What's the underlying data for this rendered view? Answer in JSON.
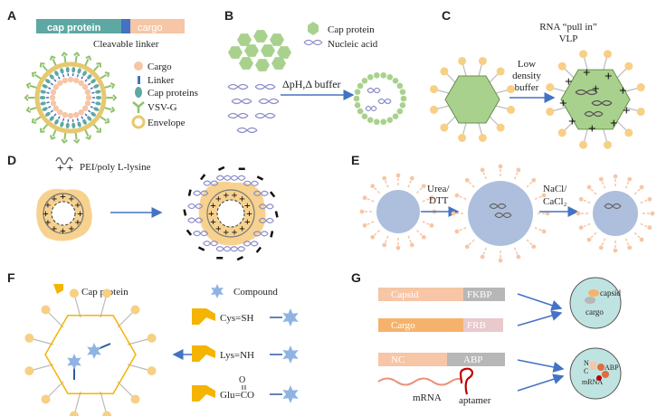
{
  "panels": {
    "A": {
      "letter": "A",
      "bar_left": "cap protein",
      "bar_right": "cargo",
      "bar_caption": "Cleavable linker",
      "legend": [
        "Cargo",
        "Linker",
        "Cap proteins",
        "VSV-G",
        "Envelope"
      ]
    },
    "B": {
      "letter": "B",
      "legend_cap": "Cap protein",
      "legend_nucleic": "Nucleic acid",
      "arrow_label": "ΔpH,Δ buffer"
    },
    "C": {
      "letter": "C",
      "title_line1": "RNA “pull in”",
      "title_line2": "VLP",
      "arrow_line1": "Low",
      "arrow_line2": "density",
      "arrow_line3": "buffer"
    },
    "D": {
      "letter": "D",
      "legend": "PEI/poly L-lysine"
    },
    "E": {
      "letter": "E",
      "step1_line1": "Urea/",
      "step1_line2": "DTT",
      "step2_line1": "NaCl/",
      "step2_line2": "CaCl₂"
    },
    "F": {
      "letter": "F",
      "legend_cap": "Cap protein",
      "legend_compound": "Compound",
      "link_cys": "Cys=SH",
      "link_lys": "Lys=NH",
      "link_glu": "Glu=CO",
      "oxygen": "O"
    },
    "G": {
      "letter": "G",
      "bar1_left": "Capsid",
      "bar1_right": "FKBP",
      "bar2_left": "Cargo",
      "bar2_right": "FRB",
      "bar3_left": "NC",
      "bar3_right": "ABP",
      "mrna": "mRNA",
      "aptamer": "aptamer",
      "c1_capsid": "capsid",
      "c1_cargo": "cargo",
      "c2_n": "N",
      "c2_c": "C",
      "c2_abp": "ABP",
      "c2_mrna": "mRNA"
    }
  },
  "colors": {
    "cap_teal": "#5ea8a4",
    "linker_blue": "#4472c4",
    "cargo_peach": "#f6c6a6",
    "envelope_gold": "#e7c86f",
    "vsvg_green": "#8fc26b",
    "cap_green": "#a9d18e",
    "nucleic_purple": "#8d8fc7",
    "arrow_blue": "#4472c4",
    "orange": "#f6b26b",
    "gold": "#f4b400",
    "compound_blue": "#8fb4e3",
    "vesicle_blue": "#adbfdc",
    "cell_teal": "#bfe3e1"
  },
  "icons": [
    "arrow-icon",
    "hexagon-icon",
    "helix-icon",
    "star-icon",
    "bracket-icon",
    "plus-icon"
  ]
}
